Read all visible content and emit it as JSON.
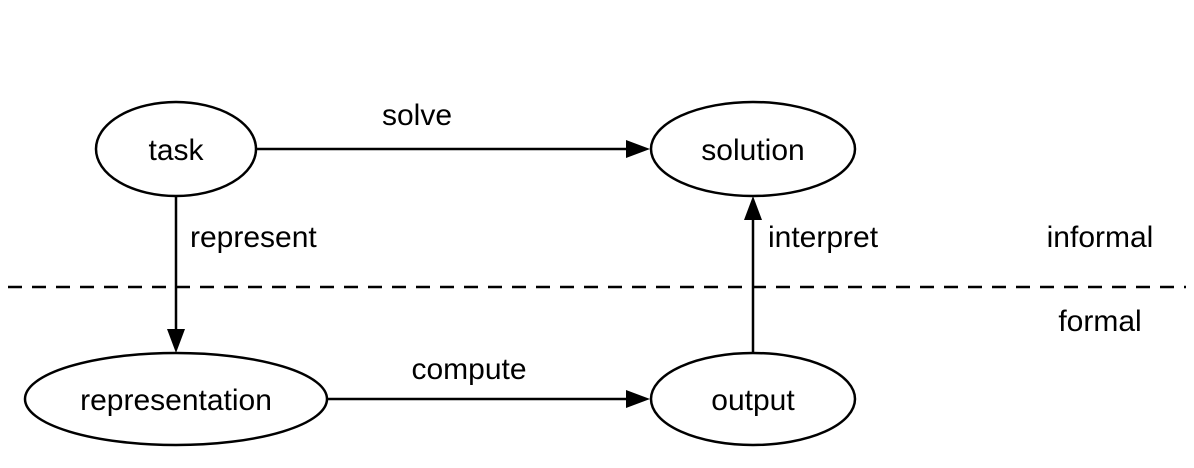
{
  "nodes": {
    "task": "task",
    "solution": "solution",
    "representation": "representation",
    "output": "output"
  },
  "edges": {
    "solve": "solve",
    "represent": "represent",
    "compute": "compute",
    "interpret": "interpret"
  },
  "regions": {
    "informal": "informal",
    "formal": "formal"
  },
  "colors": {
    "stroke": "#000000",
    "background": "#ffffff"
  }
}
